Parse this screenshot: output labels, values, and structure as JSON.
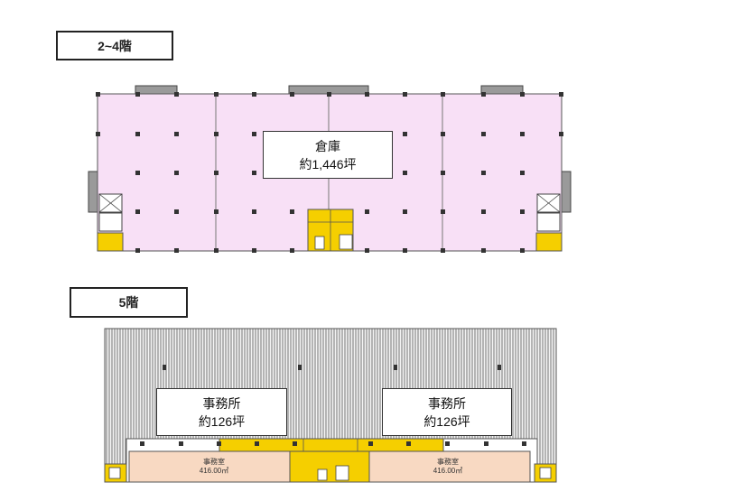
{
  "floor_upper": {
    "tag": "2~4階",
    "room_name": "倉庫",
    "room_area": "約1,446坪"
  },
  "floor_top": {
    "tag": "5階",
    "offices": [
      {
        "name": "事務所",
        "area": "約126坪",
        "room_label": "事務室",
        "room_size": "416.00㎡"
      },
      {
        "name": "事務所",
        "area": "約126坪",
        "room_label": "事務室",
        "room_size": "416.00㎡"
      }
    ]
  },
  "colors": {
    "warehouse": "#f8e0f6",
    "office": "#f8d9c2",
    "core": "#f5cf00",
    "gray": "#999999"
  }
}
